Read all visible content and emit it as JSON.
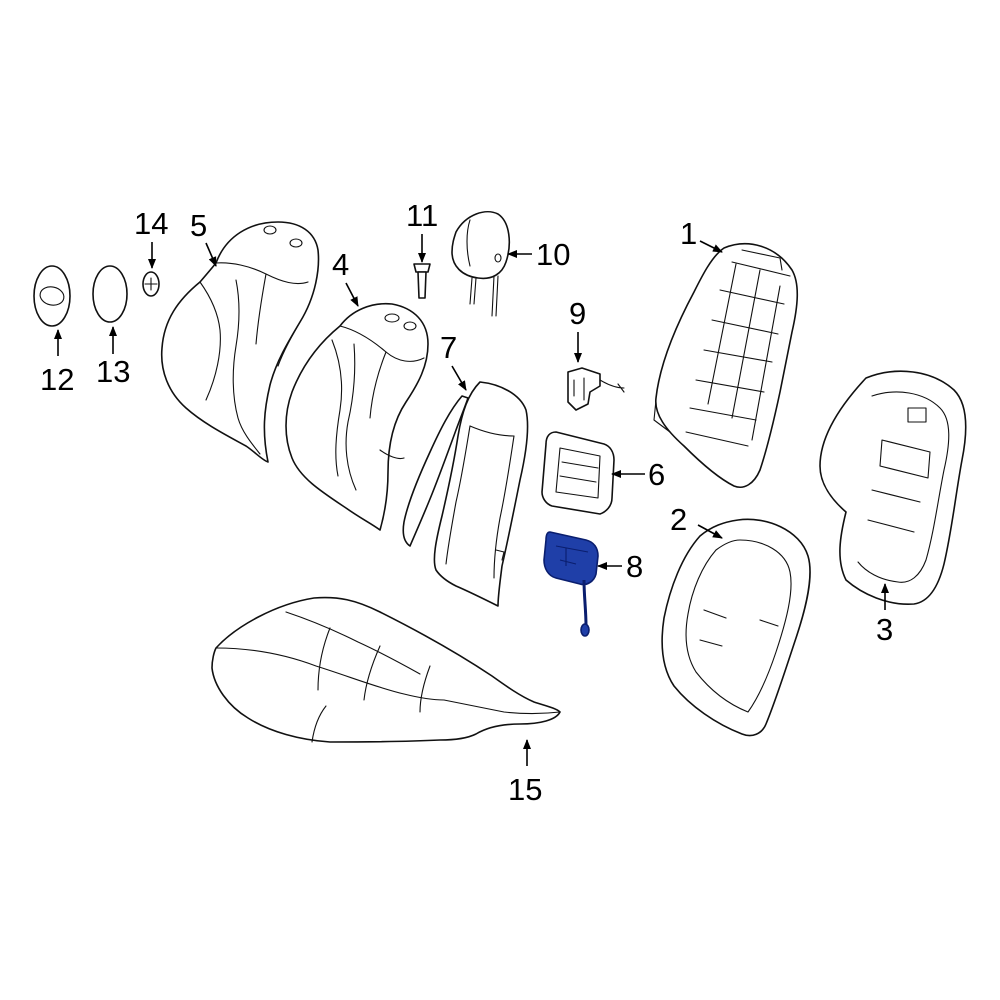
{
  "diagram": {
    "highlight_color": "#1f3fa8",
    "callouts": [
      {
        "id": "c1",
        "label": "1"
      },
      {
        "id": "c2",
        "label": "2"
      },
      {
        "id": "c3",
        "label": "3"
      },
      {
        "id": "c4",
        "label": "4"
      },
      {
        "id": "c5",
        "label": "5"
      },
      {
        "id": "c6",
        "label": "6"
      },
      {
        "id": "c7",
        "label": "7"
      },
      {
        "id": "c8",
        "label": "8"
      },
      {
        "id": "c9",
        "label": "9"
      },
      {
        "id": "c10",
        "label": "10"
      },
      {
        "id": "c11",
        "label": "11"
      },
      {
        "id": "c12",
        "label": "12"
      },
      {
        "id": "c13",
        "label": "13"
      },
      {
        "id": "c14",
        "label": "14"
      },
      {
        "id": "c15",
        "label": "15"
      }
    ],
    "highlighted_part": "8"
  }
}
